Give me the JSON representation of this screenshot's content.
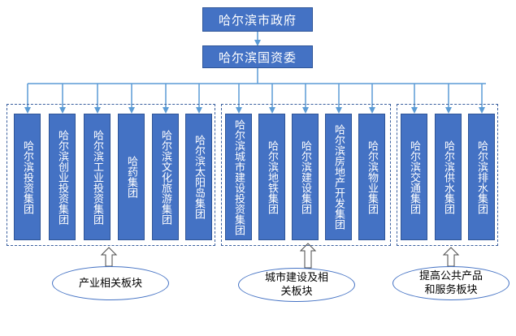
{
  "top": {
    "title": "哈尔滨市政府"
  },
  "second": {
    "title": "哈尔滨国资委"
  },
  "groups": [
    {
      "items": [
        "哈尔滨投资集团",
        "哈尔滨创业投资集团",
        "哈尔滨工业投资集团",
        "哈药集团",
        "哈尔滨文化旅游集团",
        "哈尔滨太阳岛集团"
      ]
    },
    {
      "items": [
        "哈尔滨城市建设投资集团",
        "哈尔滨地铁集团",
        "哈尔滨建设集团",
        "哈尔滨房地产开发集团",
        "哈尔滨物业集团"
      ]
    },
    {
      "items": [
        "哈尔滨交通集团",
        "哈尔滨供水集团",
        "哈尔滨排水集团"
      ]
    }
  ],
  "labels": [
    {
      "line1": "产业相关板块",
      "line2": ""
    },
    {
      "line1": "城市建设及相",
      "line2": "关板块"
    },
    {
      "line1": "提高公共产品",
      "line2": "和服务板块"
    }
  ],
  "colors": {
    "box": "#4472c4",
    "line": "#5b9bd5",
    "dash": "#3a5f9e"
  }
}
